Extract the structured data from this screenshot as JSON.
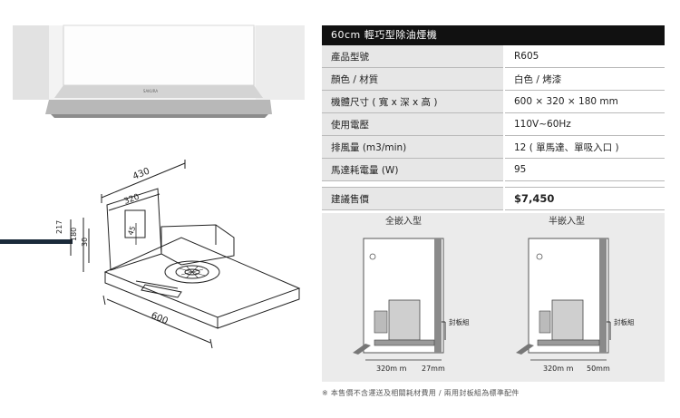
{
  "spec_table": {
    "title": "60cm 輕巧型除油煙機",
    "rows": [
      {
        "label": "產品型號",
        "value": "R605"
      },
      {
        "label": "顏色 / 材質",
        "value": "白色 / 烤漆"
      },
      {
        "label": "機體尺寸 ( 寬 x 深 x 高 )",
        "value": "600 × 320 × 180 mm"
      },
      {
        "label": "使用電壓",
        "value": "110V~60Hz"
      },
      {
        "label": "排風量 (m3/min)",
        "value": "12 ( 單馬達、單吸入口 )"
      },
      {
        "label": "馬達耗電量 (W)",
        "value": "95"
      }
    ],
    "price": {
      "label": "建議售價",
      "value": "$7,450"
    }
  },
  "installation": {
    "full_embed": {
      "title": "全嵌入型",
      "dim_depth": "320m m",
      "dim_gap": "27mm",
      "label": "封板組"
    },
    "half_embed": {
      "title": "半嵌入型",
      "dim_depth": "320m m",
      "dim_gap": "50mm",
      "label": "封板組"
    }
  },
  "drawing": {
    "dim_top": "430",
    "dim_inner": "320",
    "dim_small": "45",
    "dim_height": "217",
    "dim_h2": "180",
    "dim_h3": "30",
    "dim_width": "600"
  },
  "product_photo": {
    "logo": "SAKURA"
  },
  "footnote": "※ 本售價不含運送及相關耗材費用 / 兩用封板組為標準配件"
}
